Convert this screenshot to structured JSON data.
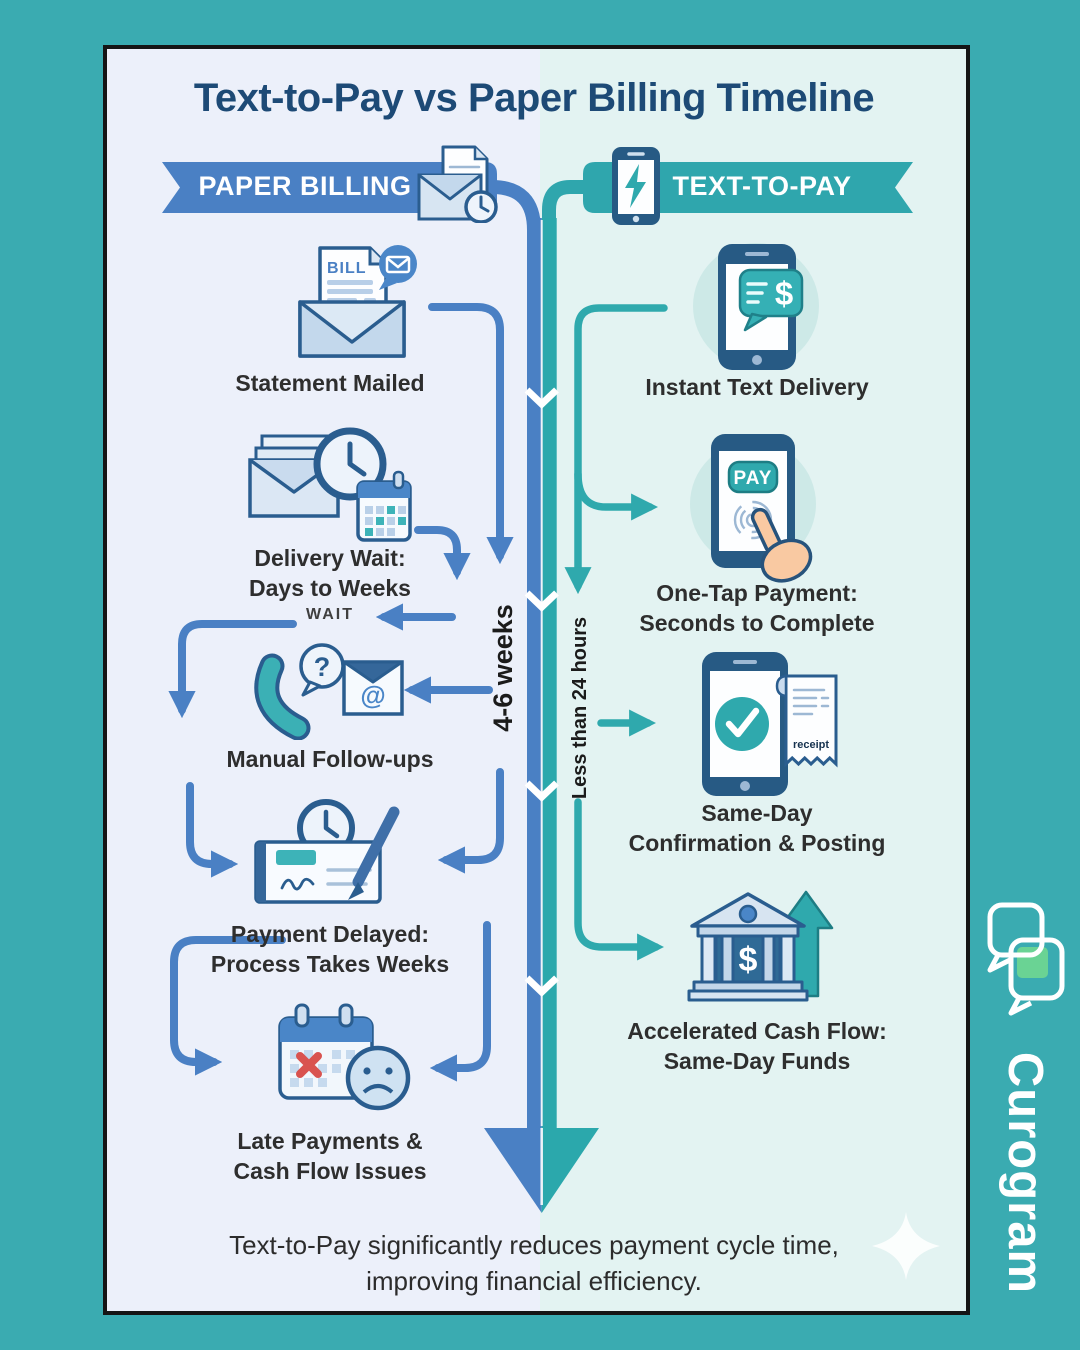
{
  "infographic": {
    "title": "Text-to-Pay vs Paper Billing Timeline",
    "footer_line1": "Text-to-Pay significantly reduces payment cycle time,",
    "footer_line2": "improving financial efficiency."
  },
  "paper_column": {
    "banner_label": "PAPER BILLING",
    "duration_label": "4-6 weeks",
    "wait_label": "WAIT",
    "steps": [
      {
        "line1": "Statement Mailed",
        "line2": ""
      },
      {
        "line1": "Delivery Wait:",
        "line2": "Days to Weeks"
      },
      {
        "line1": "Manual Follow-ups",
        "line2": ""
      },
      {
        "line1": "Payment Delayed:",
        "line2": "Process Takes Weeks"
      },
      {
        "line1": "Late Payments &",
        "line2": "Cash Flow Issues"
      }
    ]
  },
  "textpay_column": {
    "banner_label": "TEXT-TO-PAY",
    "duration_label": "Less than 24 hours",
    "steps": [
      {
        "line1": "Instant Text Delivery",
        "line2": ""
      },
      {
        "line1": "One-Tap Payment:",
        "line2": "Seconds to Complete"
      },
      {
        "line1": "Same-Day",
        "line2": "Confirmation & Posting"
      },
      {
        "line1": "Accelerated Cash Flow:",
        "line2": "Same-Day Funds"
      }
    ]
  },
  "icon_text": {
    "bill": "BILL",
    "pay": "PAY",
    "receipt": "receipt",
    "question_mark": "?",
    "at_sign": "@",
    "dollar": "$"
  },
  "brand": {
    "name": "Curogram"
  },
  "colors": {
    "frame_teal": "#3aabb1",
    "paper_blue": "#4a80c4",
    "textpay_teal": "#2fa6ad",
    "panel_left_bg": "#ecf0fa",
    "panel_right_bg": "#e3f3f2",
    "title_navy": "#1d4a76",
    "icon_outline_navy": "#2a5d8f",
    "alert_red": "#d9534f",
    "brand_green": "#6ad394"
  }
}
